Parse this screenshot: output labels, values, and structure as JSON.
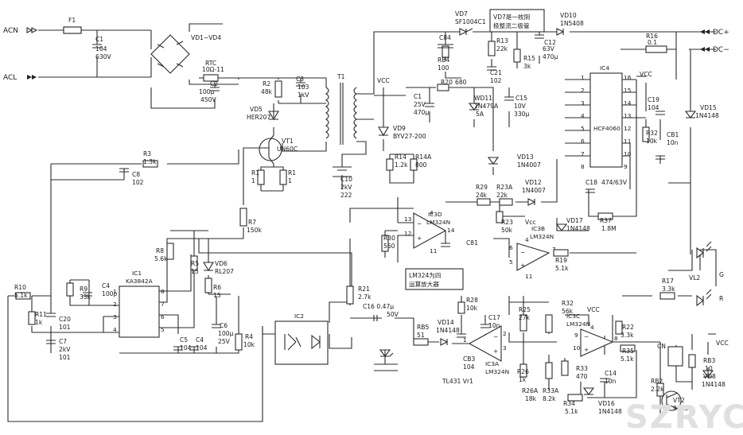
{
  "terminals": {
    "acn": "ACN",
    "acl": "ACL",
    "dcp": "DC+",
    "dcm": "DC−",
    "g": "G",
    "r": "R"
  },
  "notes": {
    "vd7": [
      "VD7是一枚阴",
      "极整流二极管"
    ],
    "lm324": [
      "LM324为四",
      "运算放大器"
    ]
  },
  "ic": {
    "ic1": {
      "name": "IC1",
      "part": "KA3842A",
      "pins": [
        "8",
        "7",
        "6",
        "5",
        "1",
        "2",
        "3",
        "4"
      ]
    },
    "ic2": {
      "name": "IC2"
    },
    "ic4": {
      "name": "IC4",
      "part": "HCF4060",
      "pins": [
        "1",
        "2",
        "3",
        "4",
        "5",
        "6",
        "7",
        "8",
        "16",
        "15",
        "14",
        "13",
        "12",
        "11",
        "10",
        "9"
      ]
    },
    "ic3d": {
      "name": "IC3D",
      "part": "LM324N",
      "pins": [
        "13",
        "12",
        "14",
        "11",
        "4"
      ]
    },
    "ic3b": {
      "name": "IC3B",
      "part": "LM324N",
      "pins": [
        "6",
        "5",
        "7",
        "4",
        "11"
      ]
    },
    "ic3a": {
      "name": "IC3A",
      "part": "LM324N",
      "pins": [
        "2",
        "3",
        "1"
      ]
    },
    "ic3c": {
      "name": "IC3C",
      "part": "LM324N",
      "pins": [
        "9",
        "10",
        "8",
        "4"
      ]
    }
  },
  "parts": {
    "f1": [
      "F1"
    ],
    "vd1": [
      "VD1~VD4"
    ],
    "c1": [
      "C1",
      "104",
      "630V"
    ],
    "rtc": [
      "RTC",
      "10Ω-11"
    ],
    "c2": [
      "C2",
      "100μ",
      "450V"
    ],
    "r2": [
      "R2",
      "48k"
    ],
    "c3": [
      "C3",
      "103",
      "1kV"
    ],
    "t1": [
      "T1"
    ],
    "vd5": [
      "VD5",
      "HER207"
    ],
    "vt1": [
      "VT1",
      "UN60C"
    ],
    "r3": [
      "R3",
      "1.3k"
    ],
    "c8": [
      "C8",
      "102"
    ],
    "r1a": [
      "R1",
      "1"
    ],
    "r1b": [
      "R1",
      "1"
    ],
    "r7": [
      "R7",
      "150k"
    ],
    "r8": [
      "R8",
      "5.6k"
    ],
    "r5": [
      "R5",
      "15"
    ],
    "vd6": [
      "VD6",
      "RL207"
    ],
    "r6": [
      "R6",
      "15"
    ],
    "r9": [
      "R9",
      "33k"
    ],
    "c4a": [
      "C4",
      "100p"
    ],
    "r10": [
      "R10",
      "5.1k"
    ],
    "r11": [
      "R11",
      "1k"
    ],
    "c20": [
      "C20",
      "101"
    ],
    "c7": [
      "C7",
      "2kV",
      "101"
    ],
    "c5": [
      "C5",
      "104"
    ],
    "c4b": [
      "C4",
      "104"
    ],
    "c6": [
      "C6",
      "100μ",
      "25V"
    ],
    "r4": [
      "R4",
      "10k"
    ],
    "c10": [
      "C10",
      "2kV",
      "222"
    ],
    "vcc1": [
      "VCC"
    ],
    "vd9": [
      "VD9",
      "BYV27-200"
    ],
    "c84": [
      "C84"
    ],
    "rb4": [
      "RB4",
      "100"
    ],
    "vd7": [
      "VD7",
      "SF1004C1"
    ],
    "r13": [
      "R13",
      "22k"
    ],
    "r15": [
      "R15",
      "3k"
    ],
    "c12": [
      "C12",
      "63V",
      "470μ"
    ],
    "c21": [
      "C21",
      "102"
    ],
    "vd10": [
      "VD10",
      "1N5408"
    ],
    "r16": [
      "R16",
      "0.1"
    ],
    "r20": [
      "R20",
      "680"
    ],
    "c1b": [
      "C1",
      "25V",
      "470μ"
    ],
    "wd11": [
      "WD11",
      "1N479A",
      "5A"
    ],
    "c15": [
      "C15",
      "10V",
      "330μ"
    ],
    "r14": [
      "R14",
      "1.2k"
    ],
    "r14a": [
      "R14A",
      "800"
    ],
    "vd13": [
      "VD13",
      "1N4007"
    ],
    "vd12": [
      "VD12",
      "1N4007"
    ],
    "r29": [
      "R29",
      "24k"
    ],
    "r23a": [
      "R23A",
      "22k"
    ],
    "r23": [
      "R23",
      "50k"
    ],
    "r30": [
      "R30",
      "560"
    ],
    "c81": [
      "C81"
    ],
    "c18": [
      "C18",
      "474/63V"
    ],
    "r37": [
      "R37",
      "1.8M"
    ],
    "vd17": [
      "VD17",
      "1N4148"
    ],
    "vcc2": [
      "Vcc"
    ],
    "r19": [
      "R19",
      "5.1k"
    ],
    "c19": [
      "C19",
      "104"
    ],
    "vcc3": [
      "VCC"
    ],
    "r32a": [
      "R32",
      "10k"
    ],
    "cb1": [
      "CB1",
      "10n"
    ],
    "vd15": [
      "VD15",
      "1N4148"
    ],
    "vl2": [
      "VL2"
    ],
    "r17": [
      "R17",
      "3.3k"
    ],
    "r21": [
      "R21",
      "2.7k"
    ],
    "c16": [
      "C16 0.47μ",
      "50V"
    ],
    "r28": [
      "R28",
      "10k"
    ],
    "c17": [
      "C17",
      "10n"
    ],
    "rb5": [
      "RB5",
      "51"
    ],
    "vd14": [
      "VD14",
      "1N4148"
    ],
    "cb3": [
      "CB3",
      "104"
    ],
    "tl431": [
      "TL431 Vr1"
    ],
    "r25": [
      "R25",
      "27k"
    ],
    "r26": [
      "R26",
      "1k"
    ],
    "r26a": [
      "R26A",
      "18k"
    ],
    "r33a": [
      "R33A",
      "8.2k"
    ],
    "r32b": [
      "R32",
      "56k"
    ],
    "r33": [
      "R33",
      "470"
    ],
    "vcc4": [
      "VCC"
    ],
    "r34": [
      "R34",
      "5.1k"
    ],
    "vd16": [
      "VD16",
      "1N4148"
    ],
    "c14": [
      "C14",
      "10n"
    ],
    "r22": [
      "R22",
      "3.3k"
    ],
    "r35": [
      "R35",
      "5.1k"
    ],
    "cn": [
      "CN"
    ],
    "vcc5": [
      "VCC"
    ],
    "rb3": [
      "RB3",
      "10"
    ],
    "vd8": [
      "VD8",
      "1N4148"
    ],
    "rb2": [
      "RB2",
      "2.2k"
    ],
    "vt2": [
      "VT2",
      "9013"
    ]
  },
  "watermark": "SZRYC"
}
